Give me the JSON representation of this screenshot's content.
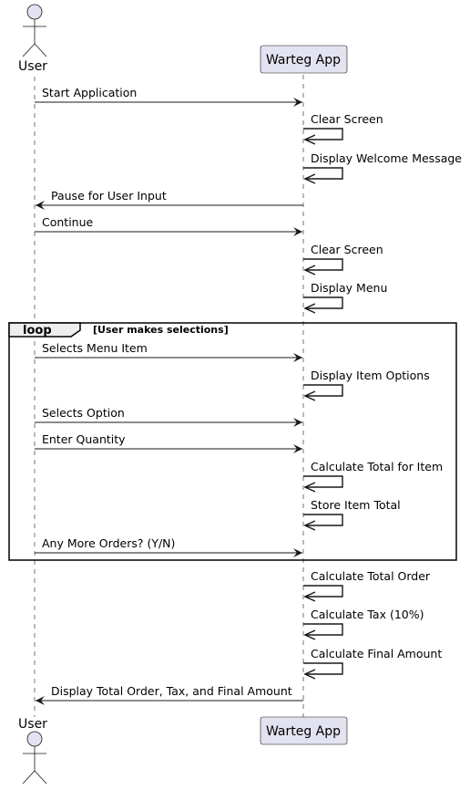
{
  "diagram": {
    "type": "sequence",
    "participants": {
      "user": {
        "label": "User",
        "kind": "actor"
      },
      "app": {
        "label": "Warteg App",
        "kind": "participant"
      }
    },
    "colors": {
      "participant_fill": "#E2E2F0",
      "participant_border": "#181818",
      "line": "#181818",
      "lifeline": "#181818"
    },
    "loop": {
      "tag": "loop",
      "condition": "[User makes selections]"
    },
    "messages": [
      {
        "from": "user",
        "to": "app",
        "text": "Start Application"
      },
      {
        "from": "app",
        "to": "app",
        "text": "Clear Screen"
      },
      {
        "from": "app",
        "to": "app",
        "text": "Display Welcome Message"
      },
      {
        "from": "app",
        "to": "user",
        "text": "Pause for User Input"
      },
      {
        "from": "user",
        "to": "app",
        "text": "Continue"
      },
      {
        "from": "app",
        "to": "app",
        "text": "Clear Screen"
      },
      {
        "from": "app",
        "to": "app",
        "text": "Display Menu"
      },
      {
        "from": "user",
        "to": "app",
        "text": "Selects Menu Item"
      },
      {
        "from": "app",
        "to": "app",
        "text": "Display Item Options"
      },
      {
        "from": "user",
        "to": "app",
        "text": "Selects Option"
      },
      {
        "from": "user",
        "to": "app",
        "text": "Enter Quantity"
      },
      {
        "from": "app",
        "to": "app",
        "text": "Calculate Total for Item"
      },
      {
        "from": "app",
        "to": "app",
        "text": "Store Item Total"
      },
      {
        "from": "user",
        "to": "app",
        "text": "Any More Orders? (Y/N)"
      },
      {
        "from": "app",
        "to": "app",
        "text": "Calculate Total Order"
      },
      {
        "from": "app",
        "to": "app",
        "text": "Calculate Tax (10%)"
      },
      {
        "from": "app",
        "to": "app",
        "text": "Calculate Final Amount"
      },
      {
        "from": "app",
        "to": "user",
        "text": "Display Total Order, Tax, and Final Amount"
      }
    ]
  }
}
